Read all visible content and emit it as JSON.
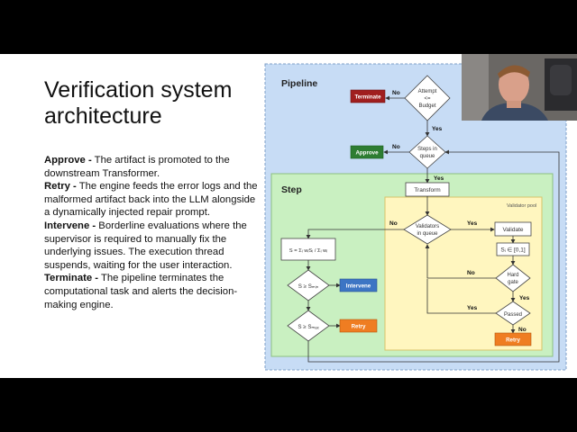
{
  "slide": {
    "title_line1": "Verification system",
    "title_line2": "architecture",
    "bullets": [
      {
        "term": "Approve -",
        "text": " The artifact is promoted to the downstream Transformer."
      },
      {
        "term": "Retry -",
        "text": " The engine feeds the error logs and the malformed artifact back into the LLM alongside a dynamically injected repair prompt."
      },
      {
        "term": "Intervene -",
        "text": " Borderline evaluations where the supervisor is required to manually fix the underlying issues. The execution thread suspends, waiting for the user interaction."
      },
      {
        "term": "Terminate -",
        "text": " The pipeline terminates the computational task and alerts the decision-making engine."
      }
    ]
  },
  "diagram": {
    "pipeline_label": "Pipeline",
    "step_label": "Step",
    "validator_pool_label": "Validator pool",
    "terminate": "Terminate",
    "approve": "Approve",
    "attempt_line1": "Attempt",
    "attempt_line2": "<=",
    "attempt_line3": "Budget",
    "steps_line1": "Steps in",
    "steps_line2": "queue",
    "transform": "Transform",
    "validators_line1": "Validators",
    "validators_line2": "in queue",
    "validate": "Validate",
    "si_range": "Sᵢ ∈ [0,1]",
    "hard_gate_line1": "Hard",
    "hard_gate_line2": "gate",
    "passed": "Passed",
    "retry": "Retry",
    "intervene": "Intervene",
    "s_formula": "S = Σᵢ wᵢSᵢ / Σᵢ wᵢ",
    "s_min": "S ≥ Sₘᵢₙ",
    "s_max": "S ≥ Sₘₐₓ",
    "yes": "Yes",
    "no": "No",
    "colors": {
      "pipeline_bg": "#c7dcf5",
      "step_bg": "#c9f0c1",
      "pool_bg": "#fff6bf",
      "terminate": "#a01e1e",
      "approve": "#2e7d32",
      "intervene": "#3d75c4",
      "retry": "#ef7d22"
    }
  },
  "webcam": {
    "icon": "presenter-video-icon"
  }
}
